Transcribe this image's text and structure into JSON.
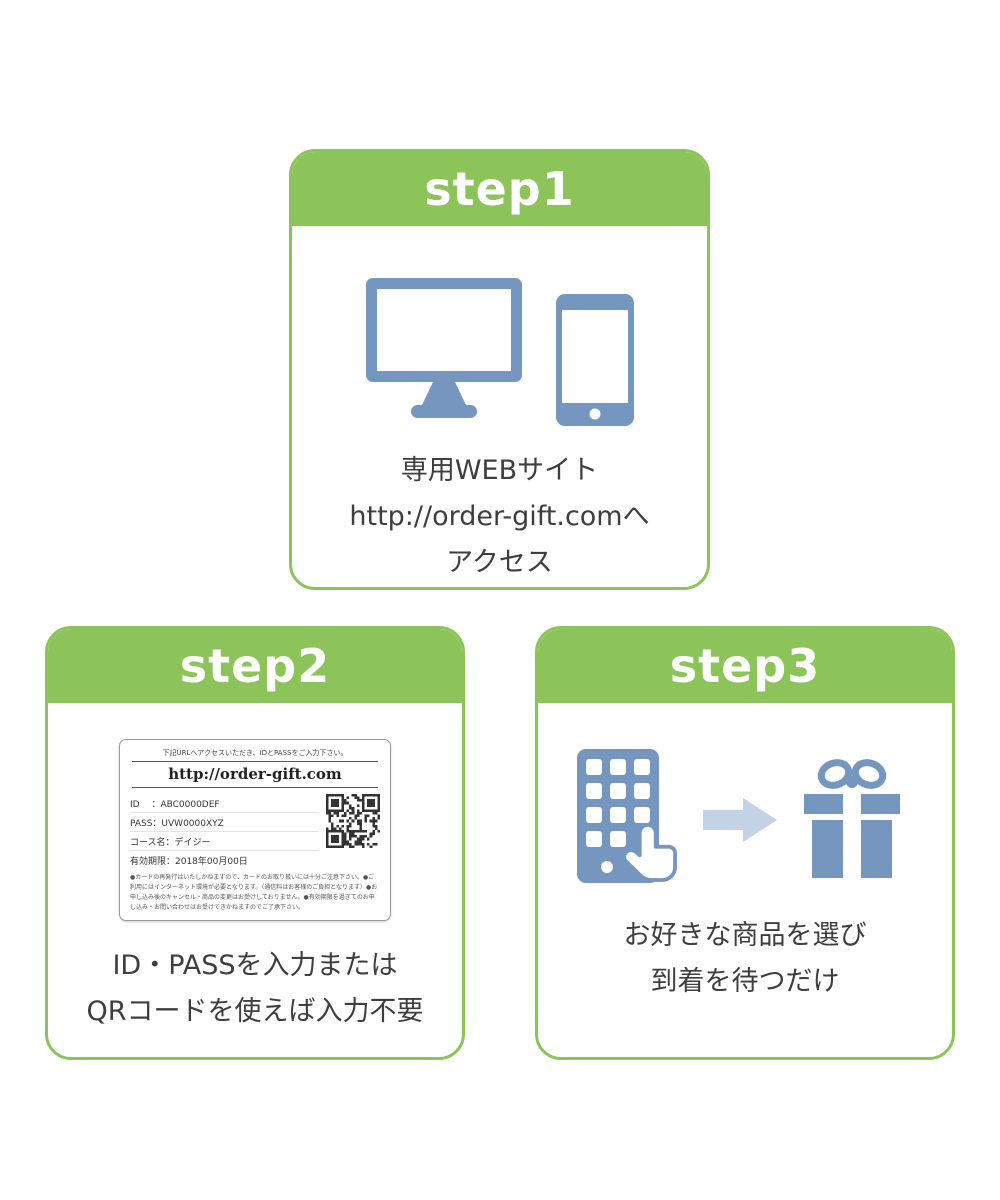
{
  "colors": {
    "green": "#8cc45a",
    "icon_blue": "#7597bf",
    "arrow_blue": "#c3d2e4",
    "text": "#3e3e3e"
  },
  "steps": {
    "step1": {
      "title": "step1",
      "lines": [
        "専用WEBサイト",
        "http://order-gift.comへ",
        "アクセス"
      ]
    },
    "step2": {
      "title": "step2",
      "voucher": {
        "note": "下記URLへアクセスいただき、IDとPASSをご入力下さい。",
        "url": "http://order-gift.com",
        "rows": [
          "ID　 ：ABC0000DEF",
          "PASS：UVW0000XYZ",
          "コース名：デイジー",
          "有効期限：2018年00月00日"
        ],
        "fine_print": "●カードの再発行はいたしかねますので、カードのお取り扱いには十分ご注意下さい。●ご利用にはインターネット環境が必要となります。（通信料はお客様のご負担となります）●お申し込み後のキャンセル・商品の変更はお受けしておりません。●有効期限を過ぎてのお申し込み・お問い合わせはお受けできかねますのでご了承下さい。"
      },
      "lines": [
        "ID・PASSを入力または",
        "QRコードを使えば入力不要"
      ]
    },
    "step3": {
      "title": "step3",
      "lines": [
        "お好きな商品を選び",
        "到着を待つだけ"
      ]
    }
  }
}
